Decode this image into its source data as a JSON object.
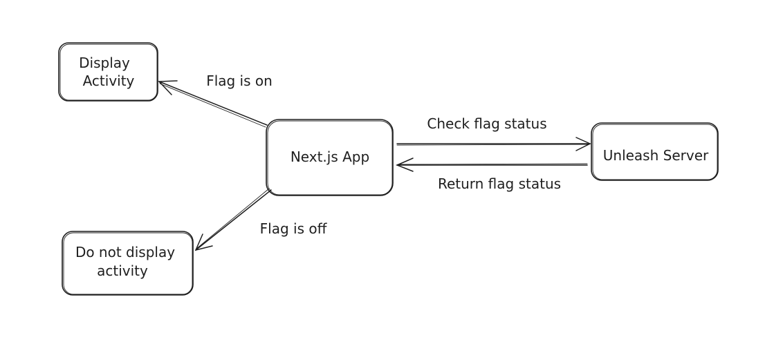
{
  "nodes": {
    "nextjs_app": "Next.js App",
    "unleash_server": "Unleash Server",
    "display_activity": [
      "Display",
      "Activity"
    ],
    "do_not_display": [
      "Do not display",
      "activity"
    ]
  },
  "edges": {
    "check_flag": "Check flag status",
    "return_flag": "Return flag status",
    "flag_on": "Flag is on",
    "flag_off": "Flag is off"
  },
  "colors": {
    "stroke": "#1e1e1e",
    "background": "#ffffff"
  }
}
